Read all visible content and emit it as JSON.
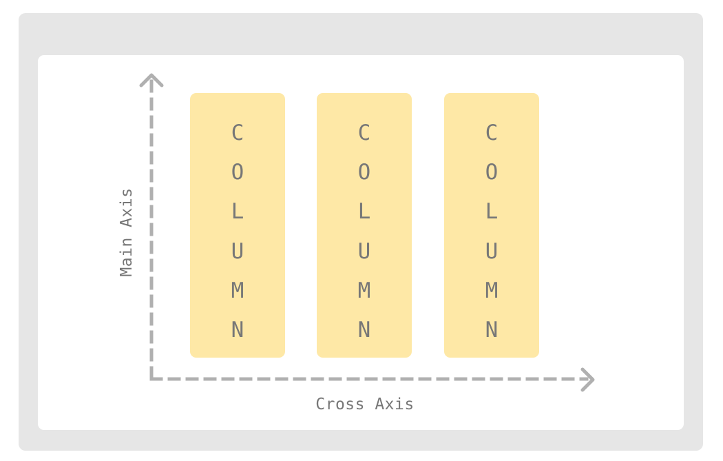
{
  "diagram": {
    "main_axis_label": "Main Axis",
    "cross_axis_label": "Cross Axis",
    "columns": [
      {
        "letters": [
          "C",
          "O",
          "L",
          "U",
          "M",
          "N"
        ]
      },
      {
        "letters": [
          "C",
          "O",
          "L",
          "U",
          "M",
          "N"
        ]
      },
      {
        "letters": [
          "C",
          "O",
          "L",
          "U",
          "M",
          "N"
        ]
      }
    ]
  },
  "colors": {
    "frame": "#e6e6e6",
    "panel": "#ffffff",
    "column_fill": "#fee8a6",
    "text": "#777777",
    "axis": "#b0b0b0"
  }
}
